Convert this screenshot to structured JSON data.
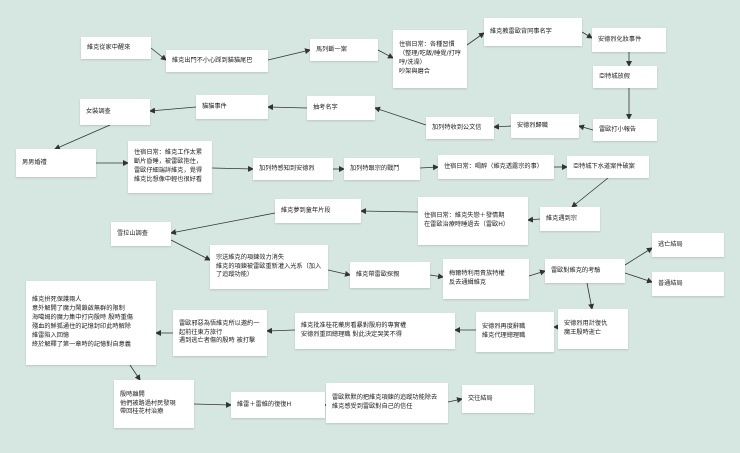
{
  "nodes": {
    "n1": [
      "維克從家中醒來"
    ],
    "n2": [
      "維克出門不小心踩到貓貓尾巴"
    ],
    "n3": [
      "馬列斷一案"
    ],
    "n4": [
      "住宿日常：各種習慣（整理/吃飯/睡覺/打哼哼/洗澡）",
      "吵架與磨合"
    ],
    "n5": [
      "維克教雷歐背同事名字"
    ],
    "n6": [
      "安德烈化妝事件"
    ],
    "n7": [
      "亞特城放假"
    ],
    "n8": [
      "雷歐打小報告"
    ],
    "n9": [
      "安德烈歸職"
    ],
    "n10": [
      "加列特收到公文信"
    ],
    "n11": [
      "抽考名字"
    ],
    "n12": [
      "貓貓事件"
    ],
    "n13": [
      "女裝調查"
    ],
    "n14": [
      "男男婚禮"
    ],
    "n15": [
      "住宿日常：維克工作太累斷片昏睡，被雷歐抱住，雷歐仔細端詳維克，覺得維克比想像中輕也很好看"
    ],
    "n16": [
      "加列特感知到安德烈"
    ],
    "n17": [
      "加列特跟宗的戰鬥"
    ],
    "n18": [
      "住宿日常：喝醉（維克透露宗的事）"
    ],
    "n19": [
      "亞特城下水道案件破案"
    ],
    "n20": [
      "維克夢到童年片段"
    ],
    "n21": [
      "住宿日常：維克失戀＋發情期",
      "在雷歐治療時睡過去（雷歐H）"
    ],
    "n22": [
      "維克遇到宗"
    ],
    "n23": [
      "雪拉山調查"
    ],
    "n24": [
      "宗送維克的項鍊效力消失",
      "維克的項鍊被雷歐重新灌入光系（加入了追蹤功能）"
    ],
    "n25": [
      "維克帶雷歐探親"
    ],
    "n26": [
      "梅爾特利用貴族特權",
      "反去通緝維克"
    ],
    "n27": [
      "雷歐對維克的考驗"
    ],
    "n28": [
      "逃亡結局"
    ],
    "n29": [
      "普通結局"
    ],
    "n30": [
      "維克拚死保護兩人",
      "意外解開了魔力鬧鎖啟無群的限制",
      "海噶姆的魔力集中打向殷時 殷時重傷",
      "殘血的鮮狐通住的記憶封印此時解除",
      "維雷陷入回憶",
      "終於解釋了第一章時的記憶對自意義"
    ],
    "n31": [
      "雷歐邪惡為悟維克所以邀約一起前往東方旅行",
      "遇到逃亡者傷的殷時 被打擊"
    ],
    "n32": [
      "維克批准桂花藥房看暴對殷府的專實權",
      "安德烈重回總理職 對此決定哭笑不得"
    ],
    "n33": [
      "安德烈再度辭職",
      "維克代理總理職"
    ],
    "n34": [
      "安德烈用計復仇",
      "魔王殷時逝亡"
    ],
    "n35": [
      "殷時離開",
      "他們被路過村民發現",
      "帶回桂花村治療"
    ],
    "n36": [
      "維雷＋雷維的復復H"
    ],
    "n37": [
      "雷歐默默的把維克項鍊的追蹤功能除去",
      "維克感受到雷歐對自己的信任"
    ],
    "n38": [
      "交往結局"
    ]
  }
}
